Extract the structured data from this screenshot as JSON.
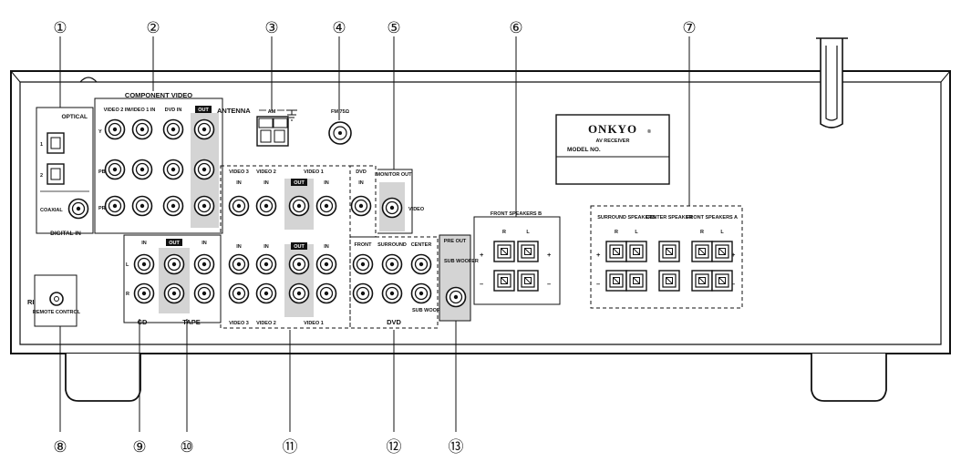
{
  "callouts": [
    "①",
    "②",
    "③",
    "④",
    "⑤",
    "⑥",
    "⑦",
    "⑧",
    "⑨",
    "⑩",
    "⑪",
    "⑫",
    "⑬"
  ],
  "labels": {
    "optical": "OPTICAL",
    "coaxial": "COAXIAL",
    "digital_in": "DIGITAL IN",
    "optical_1": "1",
    "optical_2": "2",
    "component_video": "COMPONENT VIDEO",
    "video2_in": "VIDEO 2 IN",
    "video1_in": "VIDEO 1 IN",
    "dvd_in": "DVD IN",
    "out": "OUT",
    "y": "Y",
    "pb": "PB",
    "pr": "PR",
    "antenna": "ANTENNA",
    "am": "AM",
    "fm": "FM 75Ω",
    "monitor_out": "MONITOR OUT",
    "video": "VIDEO",
    "video3": "VIDEO 3",
    "video2": "VIDEO 2",
    "video1": "VIDEO 1",
    "dvd": "DVD",
    "in": "IN",
    "front": "FRONT",
    "surround": "SURROUND",
    "center": "CENTER",
    "sub_woofer": "SUB WOOFER",
    "pre_out": "PRE OUT",
    "cd": "CD",
    "tape": "TAPE",
    "l": "L",
    "r": "R",
    "ri": "RI",
    "remote_control": "REMOTE CONTROL",
    "front_speakers_b": "FRONT SPEAKERS B",
    "surround_speakers": "SURROUND SPEAKERS",
    "center_speaker": "CENTER SPEAKER",
    "front_speakers_a": "FRONT SPEAKERS A",
    "plus": "+",
    "minus": "–"
  },
  "plate": {
    "brand": "ONKYO",
    "reg": "®",
    "model_line": "AV RECEIVER",
    "model_no": "MODEL NO."
  },
  "colors": {
    "line": "#111111",
    "shade": "#d4d4d4",
    "panel": "#ffffff"
  }
}
